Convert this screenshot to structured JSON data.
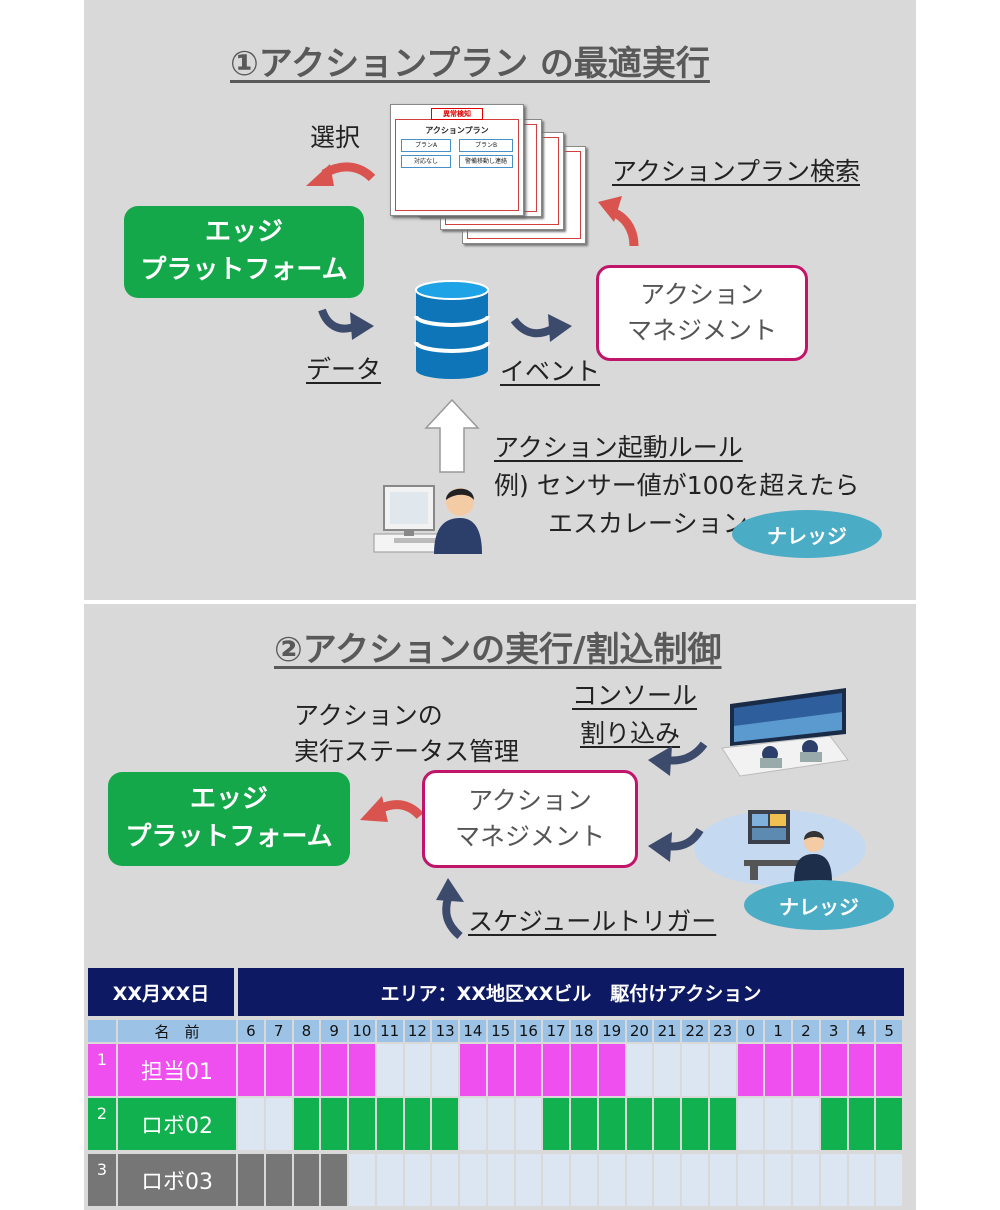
{
  "section1": {
    "title": "①アクションプラン の最適実行",
    "edge_platform": [
      "エッジ",
      "プラットフォーム"
    ],
    "action_mgmt": [
      "アクション",
      "マネジメント"
    ],
    "select_label": "選択",
    "plan_search_label": "アクションプラン検索",
    "data_label": "データ",
    "event_label": "イベント",
    "rule_title": "アクション起動ルール",
    "rule_example_1": "例) センサー値が100を超えたら",
    "rule_example_2": "エスカレーション",
    "knowledge_label": "ナレッジ",
    "doc": {
      "header": "異常検知",
      "title": "アクションプラン",
      "buttons": [
        "プランA",
        "プランB",
        "対応なし",
        "警備移動し連絡"
      ]
    }
  },
  "section2": {
    "title": "②アクションの実行/割込制御",
    "status_label_1": "アクションの",
    "status_label_2": "実行ステータス管理",
    "edge_platform": [
      "エッジ",
      "プラットフォーム"
    ],
    "action_mgmt": [
      "アクション",
      "マネジメント"
    ],
    "console_label_1": "コンソール",
    "console_label_2": "割り込み",
    "schedule_trigger_label": "スケジュールトリガー",
    "knowledge_label": "ナレッジ"
  },
  "schedule": {
    "date_label": "XX月XX日",
    "area_label": "エリア：XX地区XXビル　駆付けアクション",
    "name_header": "名　前",
    "hours": [
      "6",
      "7",
      "8",
      "9",
      "10",
      "11",
      "12",
      "13",
      "14",
      "15",
      "16",
      "17",
      "18",
      "19",
      "20",
      "21",
      "22",
      "23",
      "0",
      "1",
      "2",
      "3",
      "4",
      "5"
    ],
    "rows": [
      {
        "num": "1",
        "name": "担当01",
        "color": "#ee4fee",
        "slots": [
          1,
          1,
          1,
          1,
          1,
          0,
          0,
          0,
          1,
          1,
          1,
          1,
          1,
          1,
          0,
          0,
          0,
          0,
          1,
          1,
          1,
          1,
          1,
          1
        ]
      },
      {
        "num": "2",
        "name": "ロボ02",
        "color": "#12b14f",
        "slots": [
          0,
          0,
          1,
          1,
          1,
          1,
          1,
          1,
          0,
          0,
          0,
          1,
          1,
          1,
          1,
          1,
          1,
          1,
          0,
          0,
          0,
          1,
          1,
          1
        ]
      },
      {
        "num": "3",
        "name": "ロボ03",
        "color": "#767676",
        "slots": [
          1,
          1,
          1,
          1,
          0,
          0,
          0,
          0,
          0,
          0,
          0,
          0,
          0,
          0,
          0,
          0,
          0,
          0,
          0,
          0,
          0,
          0,
          0,
          0
        ]
      }
    ],
    "empty_color": "#dce6f2"
  }
}
